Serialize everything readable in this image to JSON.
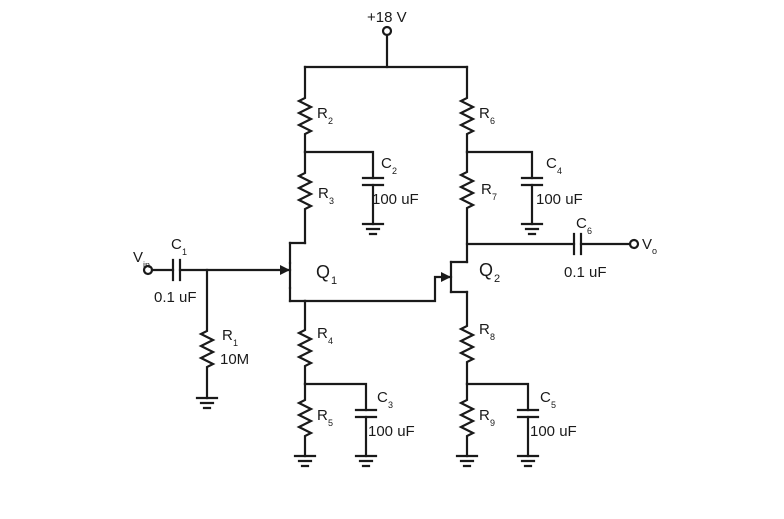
{
  "supply": {
    "label": "+18 V"
  },
  "input": {
    "label": "V",
    "sub": "in"
  },
  "output": {
    "label": "V",
    "sub": "o"
  },
  "transistors": {
    "q1": {
      "label": "Q",
      "sub": "1"
    },
    "q2": {
      "label": "Q",
      "sub": "2"
    }
  },
  "resistors": {
    "r1": {
      "label": "R",
      "sub": "1",
      "value": "10M"
    },
    "r2": {
      "label": "R",
      "sub": "2"
    },
    "r3": {
      "label": "R",
      "sub": "3"
    },
    "r4": {
      "label": "R",
      "sub": "4"
    },
    "r5": {
      "label": "R",
      "sub": "5"
    },
    "r6": {
      "label": "R",
      "sub": "6"
    },
    "r7": {
      "label": "R",
      "sub": "7"
    },
    "r8": {
      "label": "R",
      "sub": "8"
    },
    "r9": {
      "label": "R",
      "sub": "9"
    }
  },
  "capacitors": {
    "c1": {
      "label": "C",
      "sub": "1",
      "value": "0.1 uF"
    },
    "c2": {
      "label": "C",
      "sub": "2",
      "value": "100 uF"
    },
    "c3": {
      "label": "C",
      "sub": "3",
      "value": "100 uF"
    },
    "c4": {
      "label": "C",
      "sub": "4",
      "value": "100 uF"
    },
    "c5": {
      "label": "C",
      "sub": "5",
      "value": "100 uF"
    },
    "c6": {
      "label": "C",
      "sub": "6",
      "value": "0.1 uF"
    }
  }
}
